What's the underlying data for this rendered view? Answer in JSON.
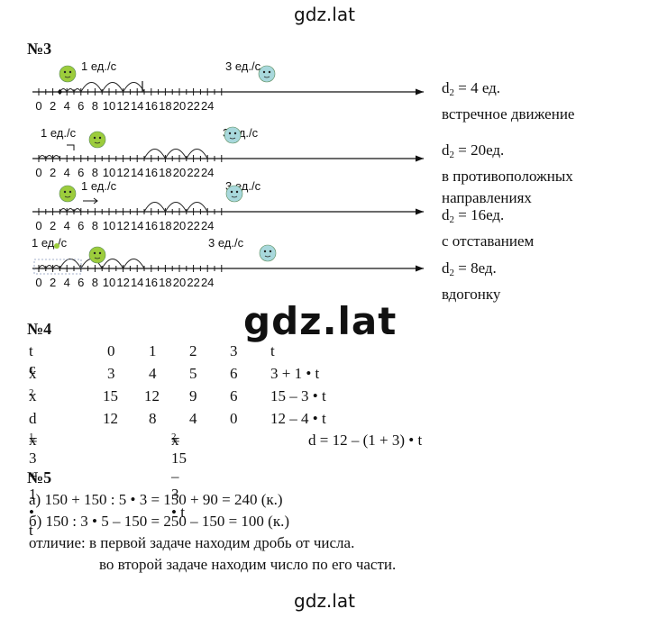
{
  "watermark": {
    "top": "gdz.lat",
    "middle": "gdz.lat",
    "bottom": "gdz.lat"
  },
  "task3": {
    "title": "№3",
    "axis_ticks": [
      "0",
      "2",
      "4",
      "6",
      "8",
      "10",
      "12",
      "14",
      "16",
      "18",
      "20",
      "22",
      "24"
    ],
    "lines": [
      {
        "left_speed": "1 ед./с",
        "right_speed": "3 ед./с"
      },
      {
        "left_speed": "1 ед./с",
        "right_speed": "3 ед./с"
      },
      {
        "left_speed": "1 ед./с",
        "right_speed": "3 ед./с"
      },
      {
        "left_speed": "1 ед./с",
        "right_speed": "3 ед./с"
      }
    ],
    "answers": [
      {
        "d_sym": "d",
        "d_sub": "2",
        "d_val": " = 4 ед.",
        "line2": "встречное движение",
        "line3": ""
      },
      {
        "d_sym": "d",
        "d_sub": "2",
        "d_val": " = 20ед.",
        "line2": "в противоположных",
        "line3": "направлениях"
      },
      {
        "d_sym": "d",
        "d_sub": "2",
        "d_val": " = 16ед.",
        "line2": "с отставанием",
        "line3": ""
      },
      {
        "d_sym": "d",
        "d_sub": "2",
        "d_val": " = 8ед.",
        "line2": "вдогонку",
        "line3": ""
      }
    ]
  },
  "task4": {
    "title": "№4",
    "rows": [
      {
        "label": "t с",
        "sub": "",
        "cells": [
          "0",
          "1",
          "2",
          "3",
          "t"
        ]
      },
      {
        "label": "x",
        "sub": "1",
        "cells": [
          "3",
          "4",
          "5",
          "6",
          "3 + 1 • t"
        ]
      },
      {
        "label": "x",
        "sub": "2",
        "cells": [
          "15",
          "12",
          "9",
          "6",
          "15 – 3 • t"
        ]
      },
      {
        "label": "d",
        "sub": "",
        "cells": [
          "12",
          "8",
          "4",
          "0",
          "12 – 4 • t"
        ]
      }
    ],
    "formulas": {
      "f1": {
        "sym": "x",
        "sub": "1",
        "rest": " = 3 + 1 • t"
      },
      "f2": {
        "sym": "x",
        "sub": "2",
        "rest": " = 15 – 3 • t"
      },
      "f3": "d = 12 – (1 + 3) • t"
    }
  },
  "task5": {
    "title": "№5",
    "lines": [
      "а) 150 + 150 : 5 • 3 = 150 + 90 = 240 (к.)",
      "б) 150 : 3 • 5 – 150 = 250 – 150 = 100 (к.)",
      "отличие: в первой задаче находим дробь от числа.",
      "во второй задаче находим число по его части."
    ]
  },
  "colors": {
    "green_figure": "#9ccc3c",
    "blue_figure": "#a8d8dc",
    "ink": "#111111"
  }
}
